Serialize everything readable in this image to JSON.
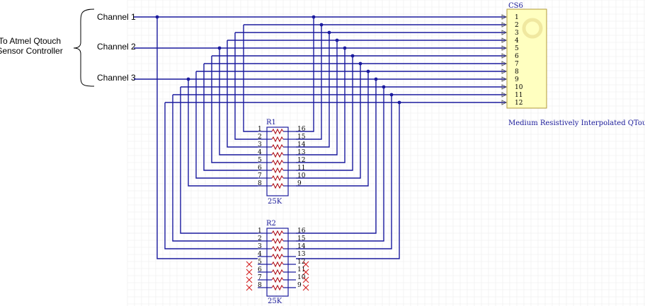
{
  "left_label": {
    "line1": "To Atmel Qtouch",
    "line2": "Sensor Controller"
  },
  "channels": [
    "Channel 1",
    "Channel 2",
    "Channel 3"
  ],
  "connector": {
    "ref": "CS6",
    "description": "Medium Resistively Interpolated QTouch Wheel",
    "pins": [
      "1",
      "2",
      "3",
      "4",
      "5",
      "6",
      "7",
      "8",
      "9",
      "10",
      "11",
      "12"
    ]
  },
  "r1": {
    "ref": "R1",
    "value": "25K",
    "left_pins": [
      "1",
      "2",
      "3",
      "4",
      "5",
      "6",
      "7",
      "8"
    ],
    "right_pins": [
      "16",
      "15",
      "14",
      "13",
      "12",
      "11",
      "10",
      "9"
    ]
  },
  "r2": {
    "ref": "R2",
    "value": "25K",
    "left_pins": [
      "1",
      "2",
      "3",
      "4",
      "5",
      "6",
      "7",
      "8"
    ],
    "right_pins": [
      "16",
      "15",
      "14",
      "13",
      "12",
      "11",
      "10",
      "9"
    ]
  },
  "colors": {
    "wire": "#1a1a9e",
    "body": "#ffffc0",
    "grid": "#ececec",
    "resistor": "#b0101a",
    "nc": "#d42020"
  }
}
